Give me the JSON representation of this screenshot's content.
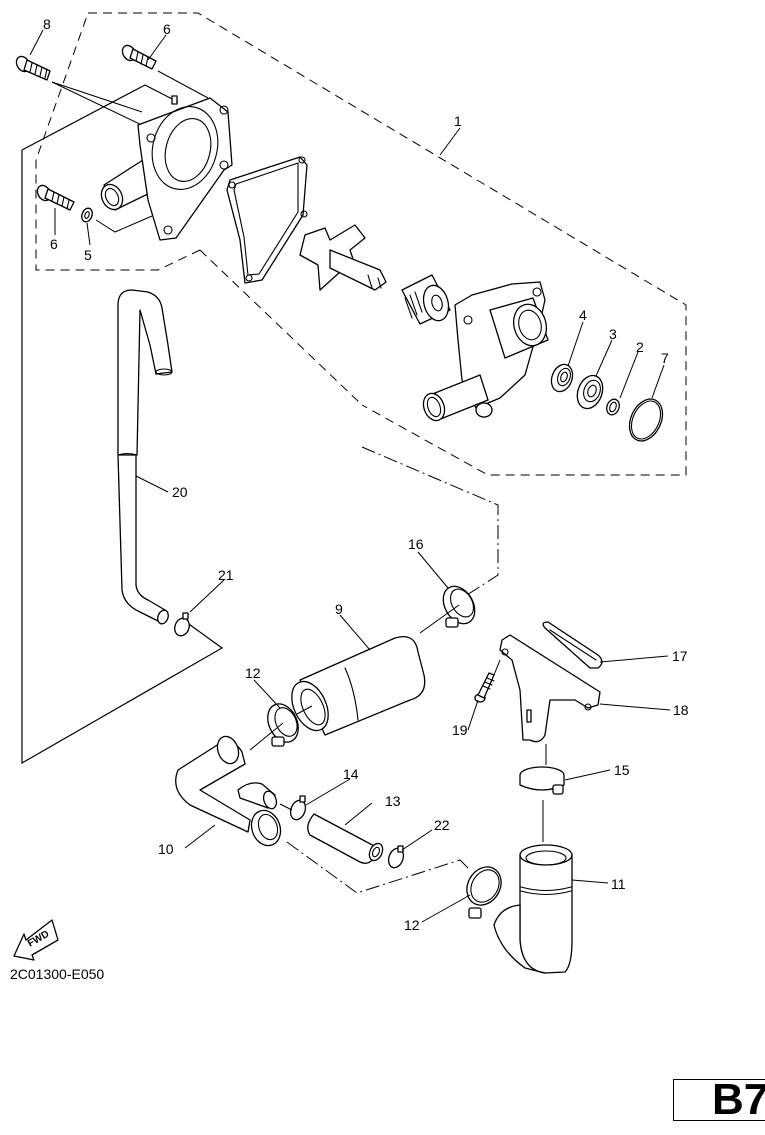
{
  "diagram": {
    "type": "exploded-parts-diagram",
    "subject": "water pump and cooling hoses assembly",
    "drawing_code": "2C01300-E050",
    "page_code": "B7",
    "direction_marker": "FWD",
    "callouts": [
      {
        "id": "1",
        "part": "water pump assembly (dashed group)"
      },
      {
        "id": "2",
        "part": "circlip"
      },
      {
        "id": "3",
        "part": "bearing"
      },
      {
        "id": "4",
        "part": "oil seal"
      },
      {
        "id": "5",
        "part": "washer"
      },
      {
        "id": "6",
        "part": "bolt"
      },
      {
        "id": "6",
        "part": "bolt"
      },
      {
        "id": "7",
        "part": "o-ring"
      },
      {
        "id": "8",
        "part": "bolt"
      },
      {
        "id": "9",
        "part": "hose"
      },
      {
        "id": "10",
        "part": "pipe"
      },
      {
        "id": "11",
        "part": "hose"
      },
      {
        "id": "12",
        "part": "hose clamp"
      },
      {
        "id": "12",
        "part": "hose clamp"
      },
      {
        "id": "13",
        "part": "hose"
      },
      {
        "id": "14",
        "part": "clamp"
      },
      {
        "id": "15",
        "part": "hose clamp"
      },
      {
        "id": "16",
        "part": "hose clamp"
      },
      {
        "id": "17",
        "part": "gasket"
      },
      {
        "id": "18",
        "part": "thermostat cover"
      },
      {
        "id": "19",
        "part": "bolt"
      },
      {
        "id": "20",
        "part": "breather hose"
      },
      {
        "id": "21",
        "part": "clamp"
      },
      {
        "id": "22",
        "part": "clamp"
      }
    ]
  }
}
